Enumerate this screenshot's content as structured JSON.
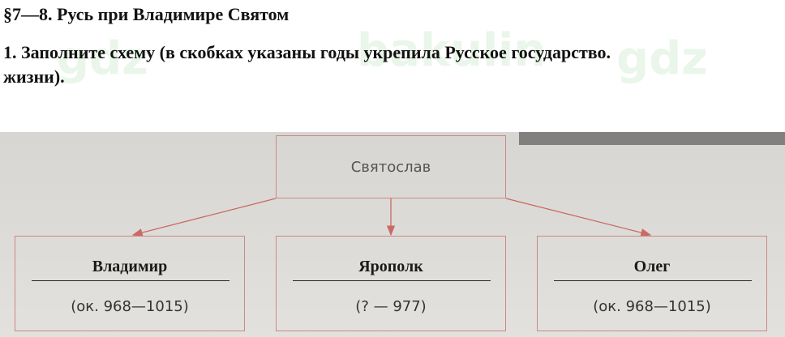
{
  "header": {
    "title": "§7—8. Русь при Владимире Святом"
  },
  "task": {
    "line1": "1. Заполните схему (в скобках указаны годы укрепила Русское государство.",
    "line2": "жизни)."
  },
  "watermarks": [
    "gdz",
    "bakulin",
    "gdz"
  ],
  "scheme": {
    "parent": "Святослав",
    "children": [
      {
        "name": "Владимир",
        "years": "(ок. 968—1015)"
      },
      {
        "name": "Ярополк",
        "years": "(? — 977)"
      },
      {
        "name": "Олег",
        "years": "(ок. 968—1015)"
      }
    ]
  },
  "colors": {
    "box_border": "#c98a86",
    "arrow": "#c96a64",
    "photo_bg": "#dcdad6"
  }
}
